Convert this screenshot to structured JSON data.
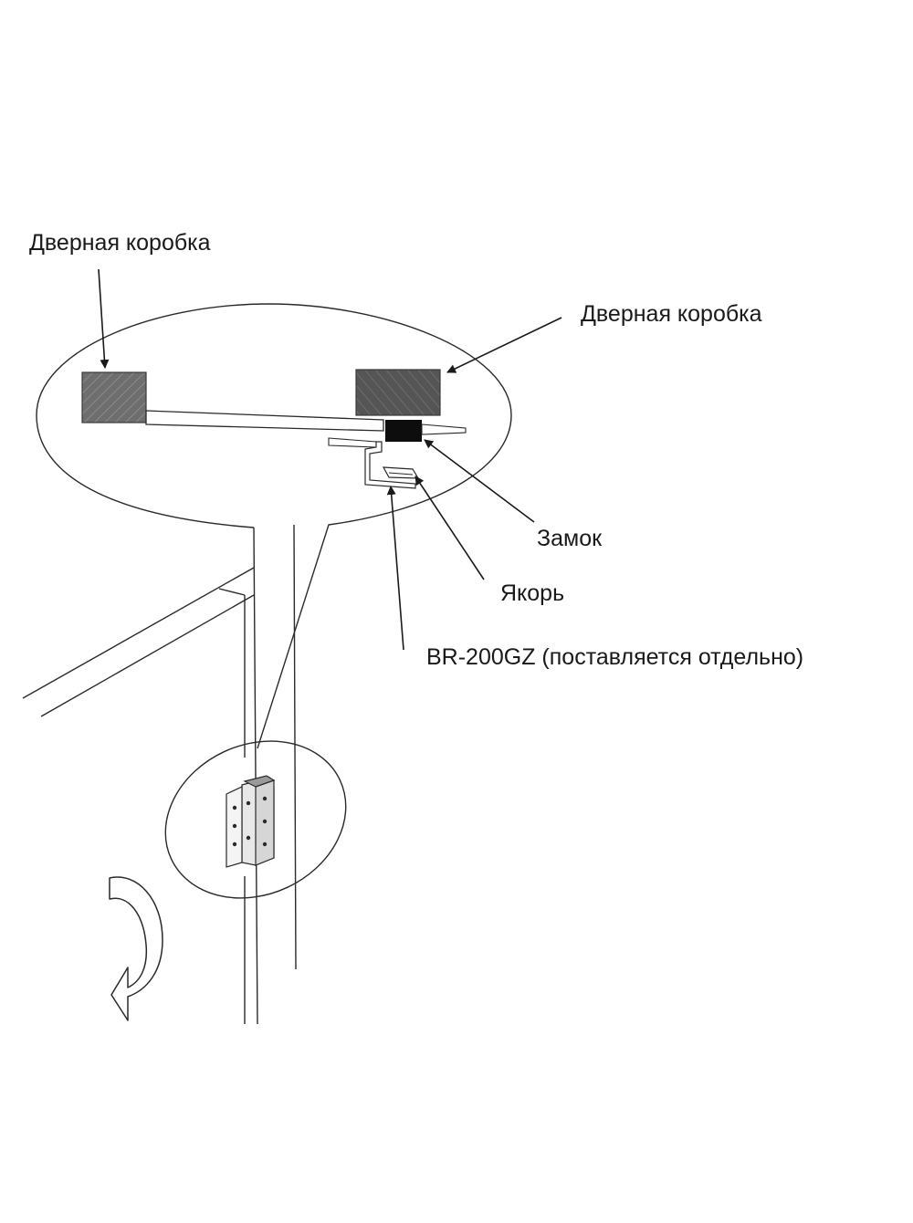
{
  "labels": {
    "door_frame_left": "Дверная коробка",
    "door_frame_right": "Дверная коробка",
    "lock": "Замок",
    "armature": "Якорь",
    "bracket": "BR-200GZ (поставляется отдельно)"
  },
  "colors": {
    "line": "#2a2a2a",
    "frame_fill": "#6e6e6e",
    "frame_fill_dark": "#555555",
    "lock_fill": "#0d0d0d",
    "background": "#ffffff"
  },
  "icons": {
    "swing_arrow": "curved-arrow-icon"
  }
}
